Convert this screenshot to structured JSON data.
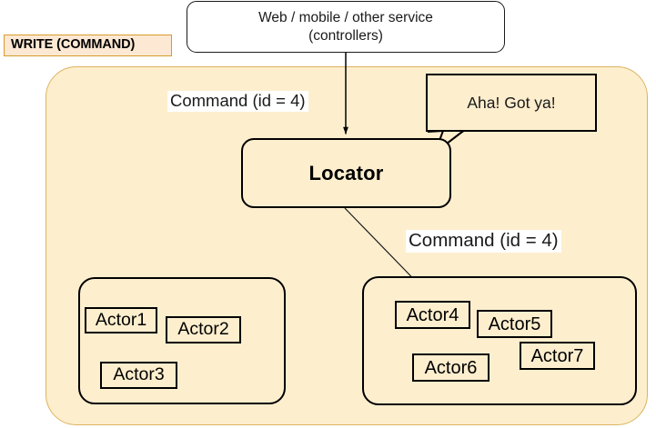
{
  "diagram": {
    "region_label": "WRITE (COMMAND)",
    "service_box": {
      "label": "Web / mobile / other service\n(controllers)"
    },
    "locator": {
      "label": "Locator"
    },
    "speech_bubble": {
      "label": "Aha! Got ya!"
    },
    "edges": [
      {
        "label": "Command (id = 4)",
        "from": "service-box",
        "to": "locator"
      },
      {
        "label": "Command (id = 4)",
        "from": "locator",
        "to": "actor4"
      }
    ],
    "groups": [
      {
        "name": "left-actor-group",
        "actors": [
          {
            "label": "Actor1"
          },
          {
            "label": "Actor2"
          },
          {
            "label": "Actor3"
          }
        ]
      },
      {
        "name": "right-actor-group",
        "actors": [
          {
            "label": "Actor4"
          },
          {
            "label": "Actor5"
          },
          {
            "label": "Actor6"
          },
          {
            "label": "Actor7"
          }
        ]
      }
    ],
    "colors": {
      "region_fill": "#fdeece",
      "region_border": "#dcb45e",
      "tag_fill": "#fde8d4",
      "tag_border": "#d79b2a",
      "stroke": "#000000",
      "label_bg": "#ffffff"
    }
  }
}
